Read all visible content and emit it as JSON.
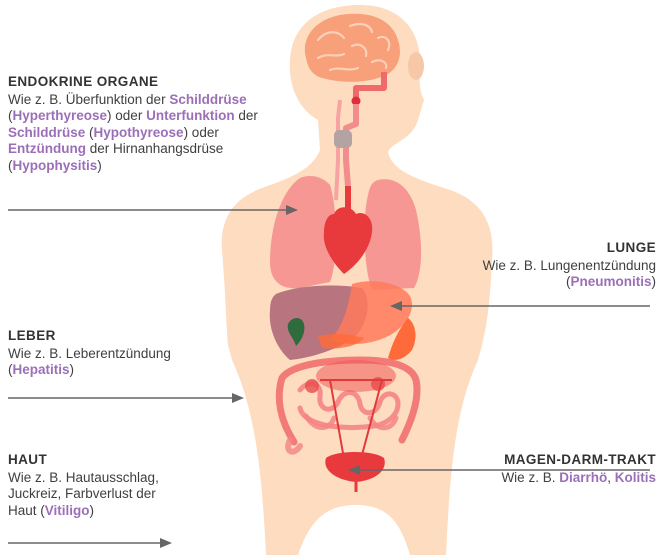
{
  "colors": {
    "skin": "#fddcc0",
    "accent_purple": "#9b6fb8",
    "arrow": "#666666",
    "organ_red": "#f0595c",
    "lung_pink": "#f58b8b",
    "liver": "#b26a79",
    "stomach": "#ff7a5a",
    "brain": "#f7a079",
    "gallbladder": "#2f6b3d"
  },
  "labels": {
    "endokrine": {
      "title": "ENDOKRINE ORGANE",
      "segments": [
        {
          "t": "Wie z. B. Überfunktion der ",
          "h": false
        },
        {
          "t": "Schilddrüse",
          "h": true
        },
        {
          "t": " (",
          "h": false
        },
        {
          "t": "Hyperthyreose",
          "h": true
        },
        {
          "t": ") oder ",
          "h": false
        },
        {
          "t": "Unterfunktion",
          "h": true
        },
        {
          "t": " der ",
          "h": false
        },
        {
          "t": "Schilddrüse",
          "h": true
        },
        {
          "t": " (",
          "h": false
        },
        {
          "t": "Hypothyreose",
          "h": true
        },
        {
          "t": ") oder ",
          "h": false
        },
        {
          "t": "Entzündung",
          "h": true
        },
        {
          "t": " der Hirnanhangsdrüse (",
          "h": false
        },
        {
          "t": "Hypophysitis",
          "h": true
        },
        {
          "t": ")",
          "h": false
        }
      ]
    },
    "lunge": {
      "title": "LUNGE",
      "segments": [
        {
          "t": "Wie z. B. Lungenentzündung (",
          "h": false
        },
        {
          "t": "Pneumonitis",
          "h": true
        },
        {
          "t": ")",
          "h": false
        }
      ]
    },
    "leber": {
      "title": "LEBER",
      "segments": [
        {
          "t": "Wie z. B. Leberentzündung (",
          "h": false
        },
        {
          "t": "Hepatitis",
          "h": true
        },
        {
          "t": ")",
          "h": false
        }
      ]
    },
    "haut": {
      "title": "HAUT",
      "segments": [
        {
          "t": "Wie z. B. Hautausschlag, Juckreiz, Farbverlust der Haut (",
          "h": false
        },
        {
          "t": "Vitiligo",
          "h": true
        },
        {
          "t": ")",
          "h": false
        }
      ]
    },
    "magen": {
      "title": "MAGEN-DARM-TRAKT",
      "segments": [
        {
          "t": "Wie z. B. ",
          "h": false
        },
        {
          "t": "Diarrhö",
          "h": true
        },
        {
          "t": ", ",
          "h": false
        },
        {
          "t": "Kolitis",
          "h": true
        }
      ]
    }
  }
}
